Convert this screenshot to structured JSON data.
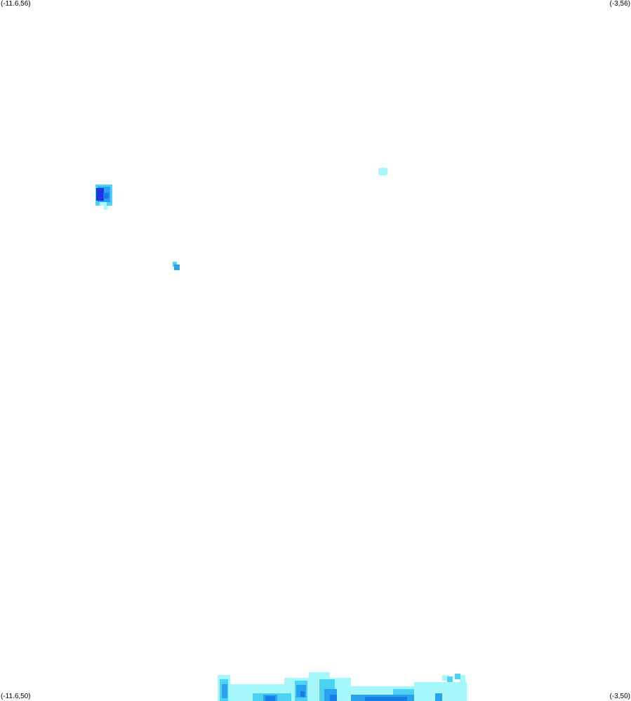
{
  "corners": {
    "top_left": "(-11.6,56)",
    "top_right": "(-3,56)",
    "bottom_left": "(-11.6,50)",
    "bottom_right": "(-3,50)"
  },
  "colors": {
    "very_light": "#a6f7fb",
    "light": "#4dd2f3",
    "medium": "#2aa2ee",
    "dark": "#157ee6",
    "darkest": "#1c34e6"
  },
  "legend": []
}
